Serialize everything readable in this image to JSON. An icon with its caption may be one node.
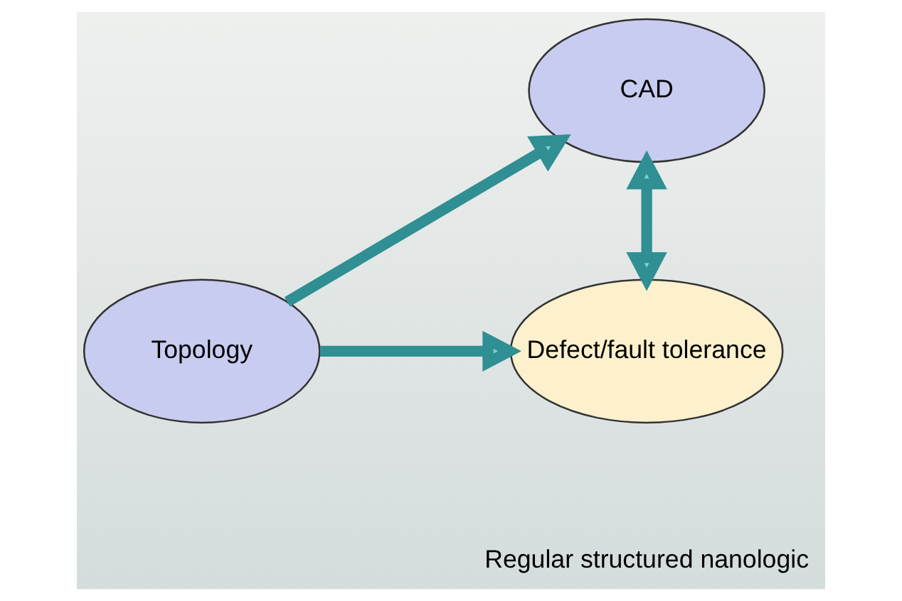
{
  "diagram": {
    "nodes": [
      {
        "text": [
          "CAD"
        ]
      },
      {
        "text": [
          "Topology"
        ]
      },
      {
        "text": [
          "Defect/fault tolerance"
        ]
      }
    ],
    "edges": [
      {
        "from": 1,
        "to": 0,
        "arrow": "to"
      },
      {
        "from": 1,
        "to": 2,
        "arrow": "to"
      },
      {
        "from": 0,
        "to": 2,
        "arrow": "both"
      }
    ],
    "labels": [
      "Regular structured nanologic"
    ]
  }
}
